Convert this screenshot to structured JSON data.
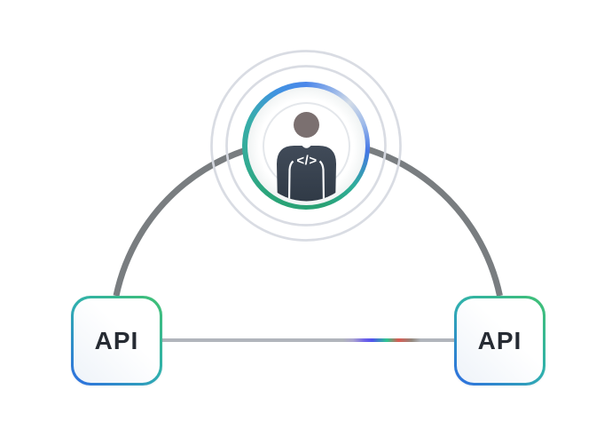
{
  "diagram": {
    "name": "api-developer-integration-diagram",
    "background_color": "#ffffff",
    "hub": {
      "icon": "developer-avatar",
      "code_glyph": "</>",
      "colors": {
        "ring_blue": "#4577e6",
        "ring_green": "#28a173",
        "ring_teal": "#38adab",
        "outer_rings_gray": "#d7dae2",
        "inner_outline": "#e4e7eb",
        "head": "#7b7070",
        "body": "#3e4855"
      }
    },
    "nodes": {
      "left": {
        "label": "API"
      },
      "right": {
        "label": "API"
      }
    },
    "connectors": {
      "arc_color": "#797d80",
      "line_color": "#b1b5bc",
      "pulse_colors": [
        "#6e62e7",
        "#4f52ee",
        "#2cc690",
        "#da5a52"
      ]
    }
  }
}
